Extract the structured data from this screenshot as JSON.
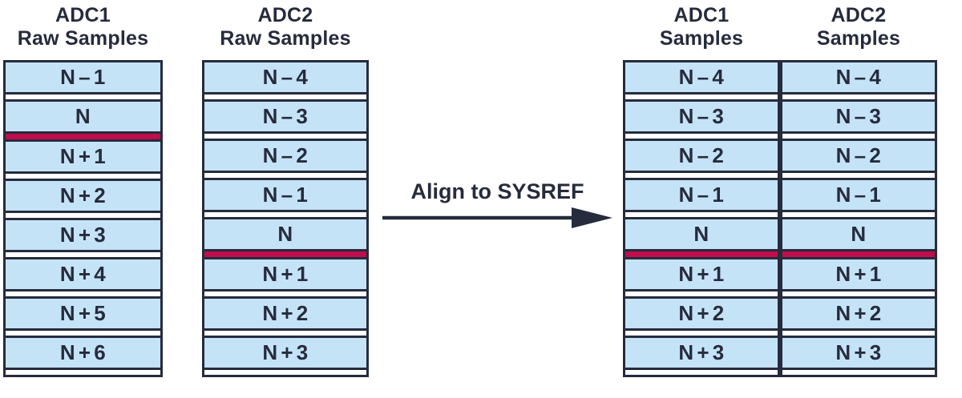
{
  "arrow": {
    "label": "Align to SYSREF"
  },
  "columns": [
    {
      "id": "adc1-raw",
      "title_line1": "ADC1",
      "title_line2": "Raw Samples",
      "cells": [
        "N – 1",
        "N",
        "N + 1",
        "N + 2",
        "N + 3",
        "N + 4",
        "N + 5",
        "N + 6"
      ],
      "sysref_after_index": 1
    },
    {
      "id": "adc2-raw",
      "title_line1": "ADC2",
      "title_line2": "Raw Samples",
      "cells": [
        "N – 4",
        "N – 3",
        "N – 2",
        "N – 1",
        "N",
        "N + 1",
        "N + 2",
        "N + 3"
      ],
      "sysref_after_index": 4
    },
    {
      "id": "adc1-aligned",
      "title_line1": "ADC1",
      "title_line2": "Samples",
      "cells": [
        "N – 4",
        "N – 3",
        "N – 2",
        "N – 1",
        "N",
        "N + 1",
        "N + 2",
        "N + 3"
      ],
      "sysref_after_index": 4
    },
    {
      "id": "adc2-aligned",
      "title_line1": "ADC2",
      "title_line2": "Samples",
      "cells": [
        "N – 4",
        "N – 3",
        "N – 2",
        "N – 1",
        "N",
        "N + 1",
        "N + 2",
        "N + 3"
      ],
      "sysref_after_index": 4
    }
  ],
  "colors": {
    "cell_fill": "#c5e3f7",
    "border": "#262b3d",
    "sysref": "#c00d4b",
    "gap": "#ffffff",
    "text": "#262b3d",
    "bg": "#ffffff"
  }
}
